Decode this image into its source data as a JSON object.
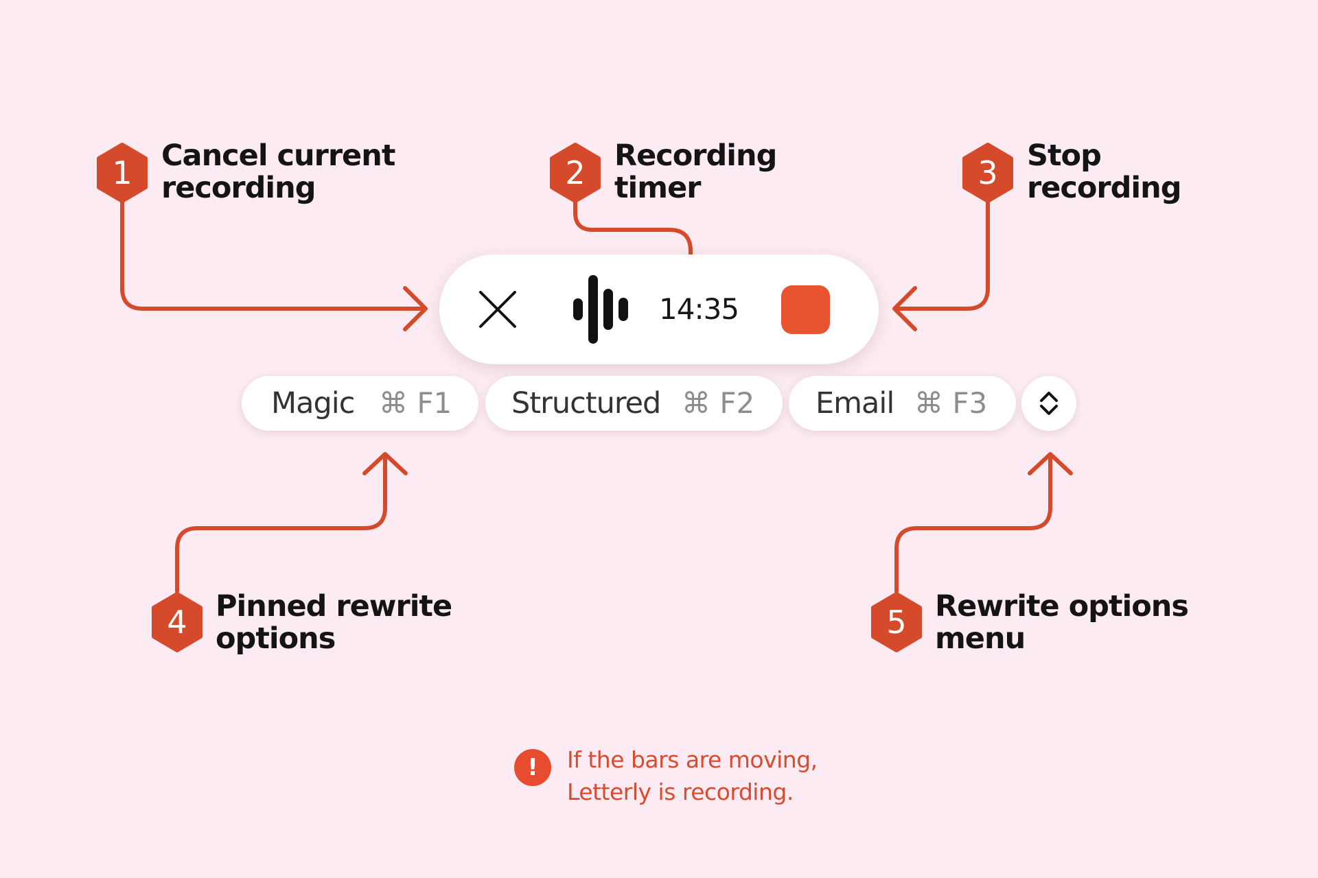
{
  "colors": {
    "background": "#fcebf2",
    "accent": "#d44a2a",
    "stop": "#e85330",
    "note": "#d94a2e"
  },
  "callouts": [
    {
      "number": "1",
      "line1": "Cancel current",
      "line2": "recording"
    },
    {
      "number": "2",
      "line1": "Recording",
      "line2": "timer"
    },
    {
      "number": "3",
      "line1": "Stop",
      "line2": "recording"
    },
    {
      "number": "4",
      "line1": "Pinned rewrite",
      "line2": "options"
    },
    {
      "number": "5",
      "line1": "Rewrite options",
      "line2": "menu"
    }
  ],
  "recorder": {
    "timer": "14:35",
    "cancel_icon": "close-icon",
    "waveform_icon": "audio-waveform-icon",
    "stop_icon": "stop-square-icon"
  },
  "rewrite_options": [
    {
      "label": "Magic",
      "shortcut": "⌘ F1"
    },
    {
      "label": "Structured",
      "shortcut": "⌘ F2"
    },
    {
      "label": "Email",
      "shortcut": "⌘ F3"
    }
  ],
  "menu_icon": "chevron-up-down-icon",
  "note": {
    "icon": "!",
    "line1": "If the bars are moving,",
    "line2": "Letterly is recording."
  }
}
